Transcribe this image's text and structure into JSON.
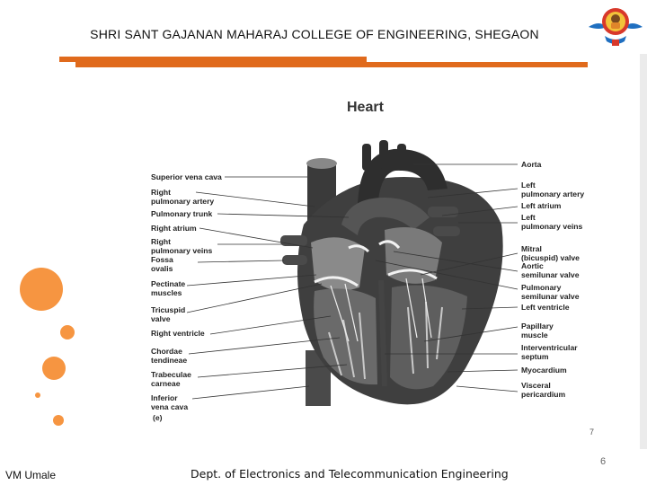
{
  "header": {
    "college_name": "SHRI SANT GAJANAN MAHARAJ COLLEGE OF ENGINEERING, SHEGAON",
    "accent_color": "#e06a1c"
  },
  "diagram": {
    "title": "Heart",
    "figure_tag": "(e)",
    "page_mark": "7",
    "left_labels": [
      [
        "Superior vena cava"
      ],
      [
        "Right",
        "pulmonary artery"
      ],
      [
        "Pulmonary trunk"
      ],
      [
        "Right atrium"
      ],
      [
        "Right",
        "pulmonary veins"
      ],
      [
        "Fossa",
        "ovalis"
      ],
      [
        "Pectinate",
        "muscles"
      ],
      [
        "Tricuspid",
        "valve"
      ],
      [
        "Right ventricle"
      ],
      [
        "Chordae",
        "tendineae"
      ],
      [
        "Trabeculae",
        "carneae"
      ],
      [
        "Inferior",
        "vena cava"
      ]
    ],
    "right_labels": [
      [
        "Aorta"
      ],
      [
        "Left",
        "pulmonary artery"
      ],
      [
        "Left atrium"
      ],
      [
        "Left",
        "pulmonary veins"
      ],
      [
        "Mitral",
        "(bicuspid) valve"
      ],
      [
        "Aortic",
        "semilunar valve"
      ],
      [
        "Pulmonary",
        "semilunar valve"
      ],
      [
        "Left ventricle"
      ],
      [
        "Papillary",
        "muscle"
      ],
      [
        "Interventricular",
        "septum"
      ],
      [
        "Myocardium"
      ],
      [
        "Visceral",
        "pericardium"
      ]
    ]
  },
  "footer": {
    "author": "VM Umale",
    "department": "Dept. of Electronics and Telecommunication Engineering",
    "page_number": "6"
  }
}
